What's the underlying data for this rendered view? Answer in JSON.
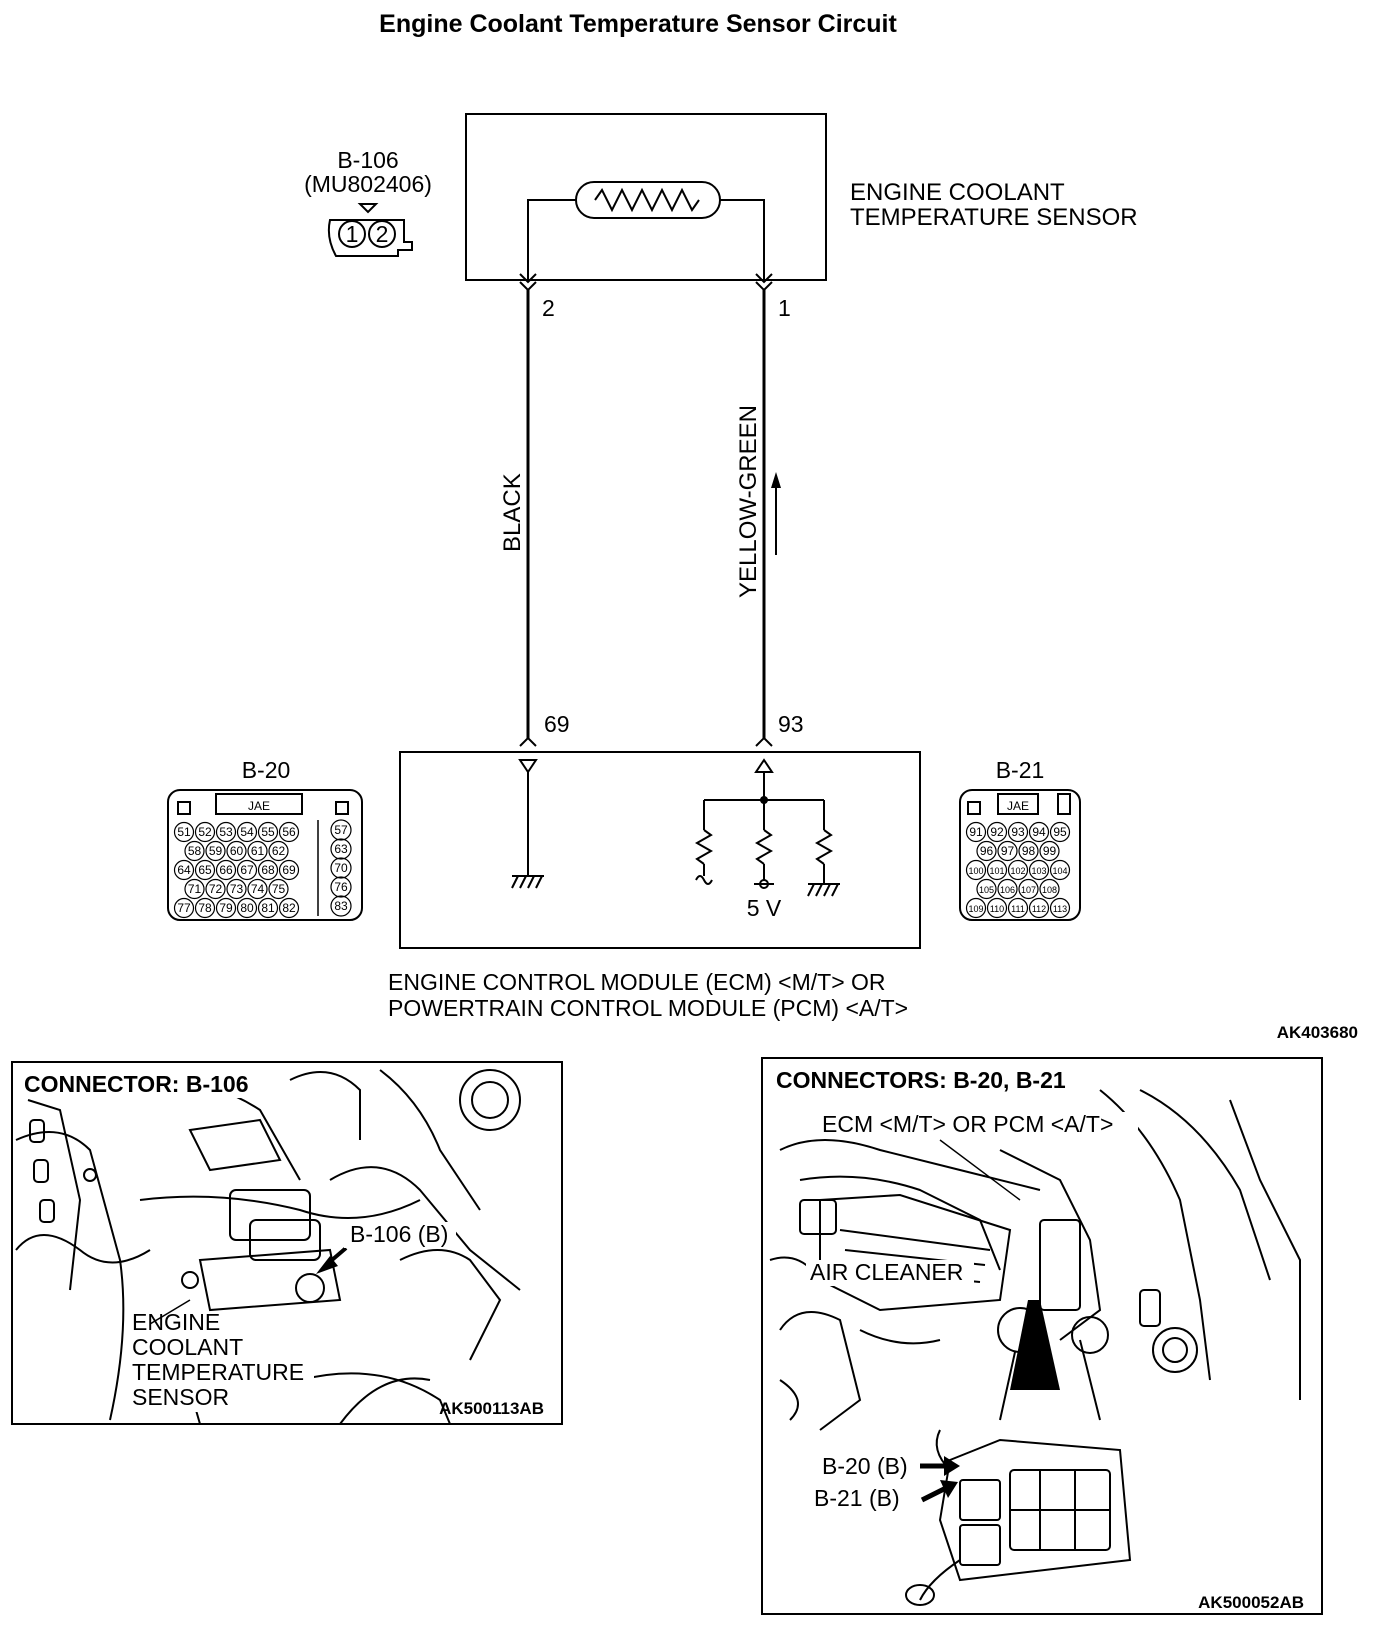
{
  "title": "Engine Coolant Temperature Sensor Circuit",
  "sensor": {
    "label_line1": "ENGINE COOLANT",
    "label_line2": "TEMPERATURE SENSOR",
    "connector_id": "B-106",
    "connector_part": "(MU802406)",
    "connector_pins": [
      "1",
      "2"
    ],
    "terminal_left": "2",
    "terminal_right": "1"
  },
  "wires": {
    "left_color": "BLACK",
    "right_color": "YELLOW-GREEN"
  },
  "ecm": {
    "terminal_left": "69",
    "terminal_right": "93",
    "supply_voltage": "5 V",
    "label_line1": "ENGINE CONTROL MODULE (ECM) <M/T> OR",
    "label_line2": "POWERTRAIN CONTROL MODULE (PCM) <A/T>"
  },
  "connector_b20": {
    "id": "B-20",
    "maker": "JAE",
    "rows": [
      [
        "51",
        "52",
        "53",
        "54",
        "55",
        "56"
      ],
      [
        "58",
        "59",
        "60",
        "61",
        "62"
      ],
      [
        "64",
        "65",
        "66",
        "67",
        "68",
        "69"
      ],
      [
        "71",
        "72",
        "73",
        "74",
        "75"
      ],
      [
        "77",
        "78",
        "79",
        "80",
        "81",
        "82"
      ]
    ],
    "side_pins": [
      "57",
      "63",
      "70",
      "76",
      "83"
    ]
  },
  "connector_b21": {
    "id": "B-21",
    "maker": "JAE",
    "rows": [
      [
        "91",
        "92",
        "93",
        "94",
        "95"
      ],
      [
        "96",
        "97",
        "98",
        "99"
      ],
      [
        "100",
        "101",
        "102",
        "103",
        "104"
      ],
      [
        "105",
        "106",
        "107",
        "108"
      ],
      [
        "109",
        "110",
        "111",
        "112",
        "113"
      ]
    ]
  },
  "figure_code_main": "AK403680",
  "panel_left": {
    "title": "CONNECTOR: B-106",
    "callout": "B-106 (B)",
    "label_lines": [
      "ENGINE",
      "COOLANT",
      "TEMPERATURE",
      "SENSOR"
    ],
    "figure_code": "AK500113AB"
  },
  "panel_right": {
    "title": "CONNECTORS: B-20, B-21",
    "ecm_label": "ECM <M/T> OR PCM <A/T>",
    "air_cleaner_label": "AIR CLEANER",
    "callout_b20": "B-20 (B)",
    "callout_b21": "B-21 (B)",
    "figure_code": "AK500052AB"
  }
}
